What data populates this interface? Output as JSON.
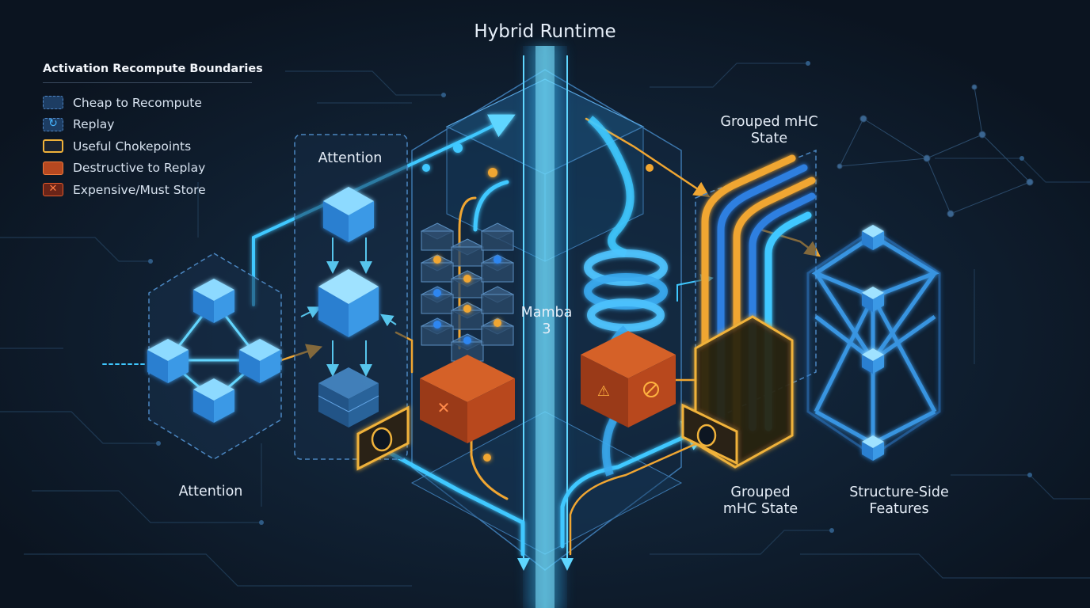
{
  "title": "Hybrid Runtime",
  "legend": {
    "title": "Activation Recompute Boundaries",
    "items": [
      {
        "label": "Cheap to Recompute",
        "swatch": "dashed-blue-box"
      },
      {
        "label": "Replay",
        "swatch": "replay-icon"
      },
      {
        "label": "Useful Chokepoints",
        "swatch": "outlined-gold-box"
      },
      {
        "label": "Destructive to Replay",
        "swatch": "solid-orange-box"
      },
      {
        "label": "Expensive/Must Store",
        "swatch": "x-icon"
      }
    ]
  },
  "labels": {
    "attention_top": "Attention",
    "attention_bottom": "Attention",
    "mamba": [
      "Mamba",
      "3"
    ],
    "grouped_top": [
      "Grouped mHC",
      "State"
    ],
    "grouped_bottom": [
      "Grouped",
      "mHC State"
    ],
    "structure": [
      "Structure-Side",
      "Features"
    ]
  },
  "colors": {
    "background": "#0d1724",
    "cyan_flow": "#3fc8ff",
    "gold_flow": "#f0a632",
    "cube_blue": "#2f86d8",
    "destructive_orange": "#c4511f",
    "chokepoint_gold": "#f0b23a"
  }
}
